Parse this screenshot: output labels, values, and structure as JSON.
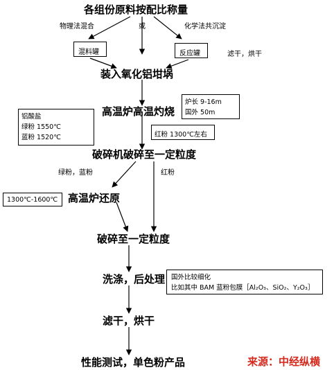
{
  "steps": {
    "weigh": "各组份原料按配比称量",
    "load": "装入氧化铝坩埚",
    "high_temp_firing": "高温炉高温灼烧",
    "crush_first": "破碎机破碎至一定粒度",
    "reduction": "高温炉还原",
    "crush_second": "破碎至一定粒度",
    "washing": "洗涤，后处理",
    "filter_dry": "滤干，烘干",
    "test": "性能测试，单色粉产品"
  },
  "branch_labels": {
    "physical": "物理法混合",
    "or": "或",
    "chemical": "化学法共沉淀",
    "filter_dry_side": "滤干，烘干",
    "green_blue": "绿粉，蓝粉",
    "red": "红粉"
  },
  "boxes": {
    "mixer": "混料罐",
    "reactor": "反应罐",
    "furnace_info": [
      "炉长 9-16m",
      "国外 50m"
    ],
    "aluminate": [
      "铝酸盐",
      "绿粉 1550℃",
      "蓝粉 1520℃"
    ],
    "red_temp": "红粉 1300℃左右",
    "reduction_temp": "1300℃-1600℃",
    "abroad_note": [
      "国外比较细化",
      "比如其中 BAM 蓝粉包膜［Al₂O₃、SiO₂、Y₂O₃］"
    ]
  },
  "source": "来源：中经纵横"
}
